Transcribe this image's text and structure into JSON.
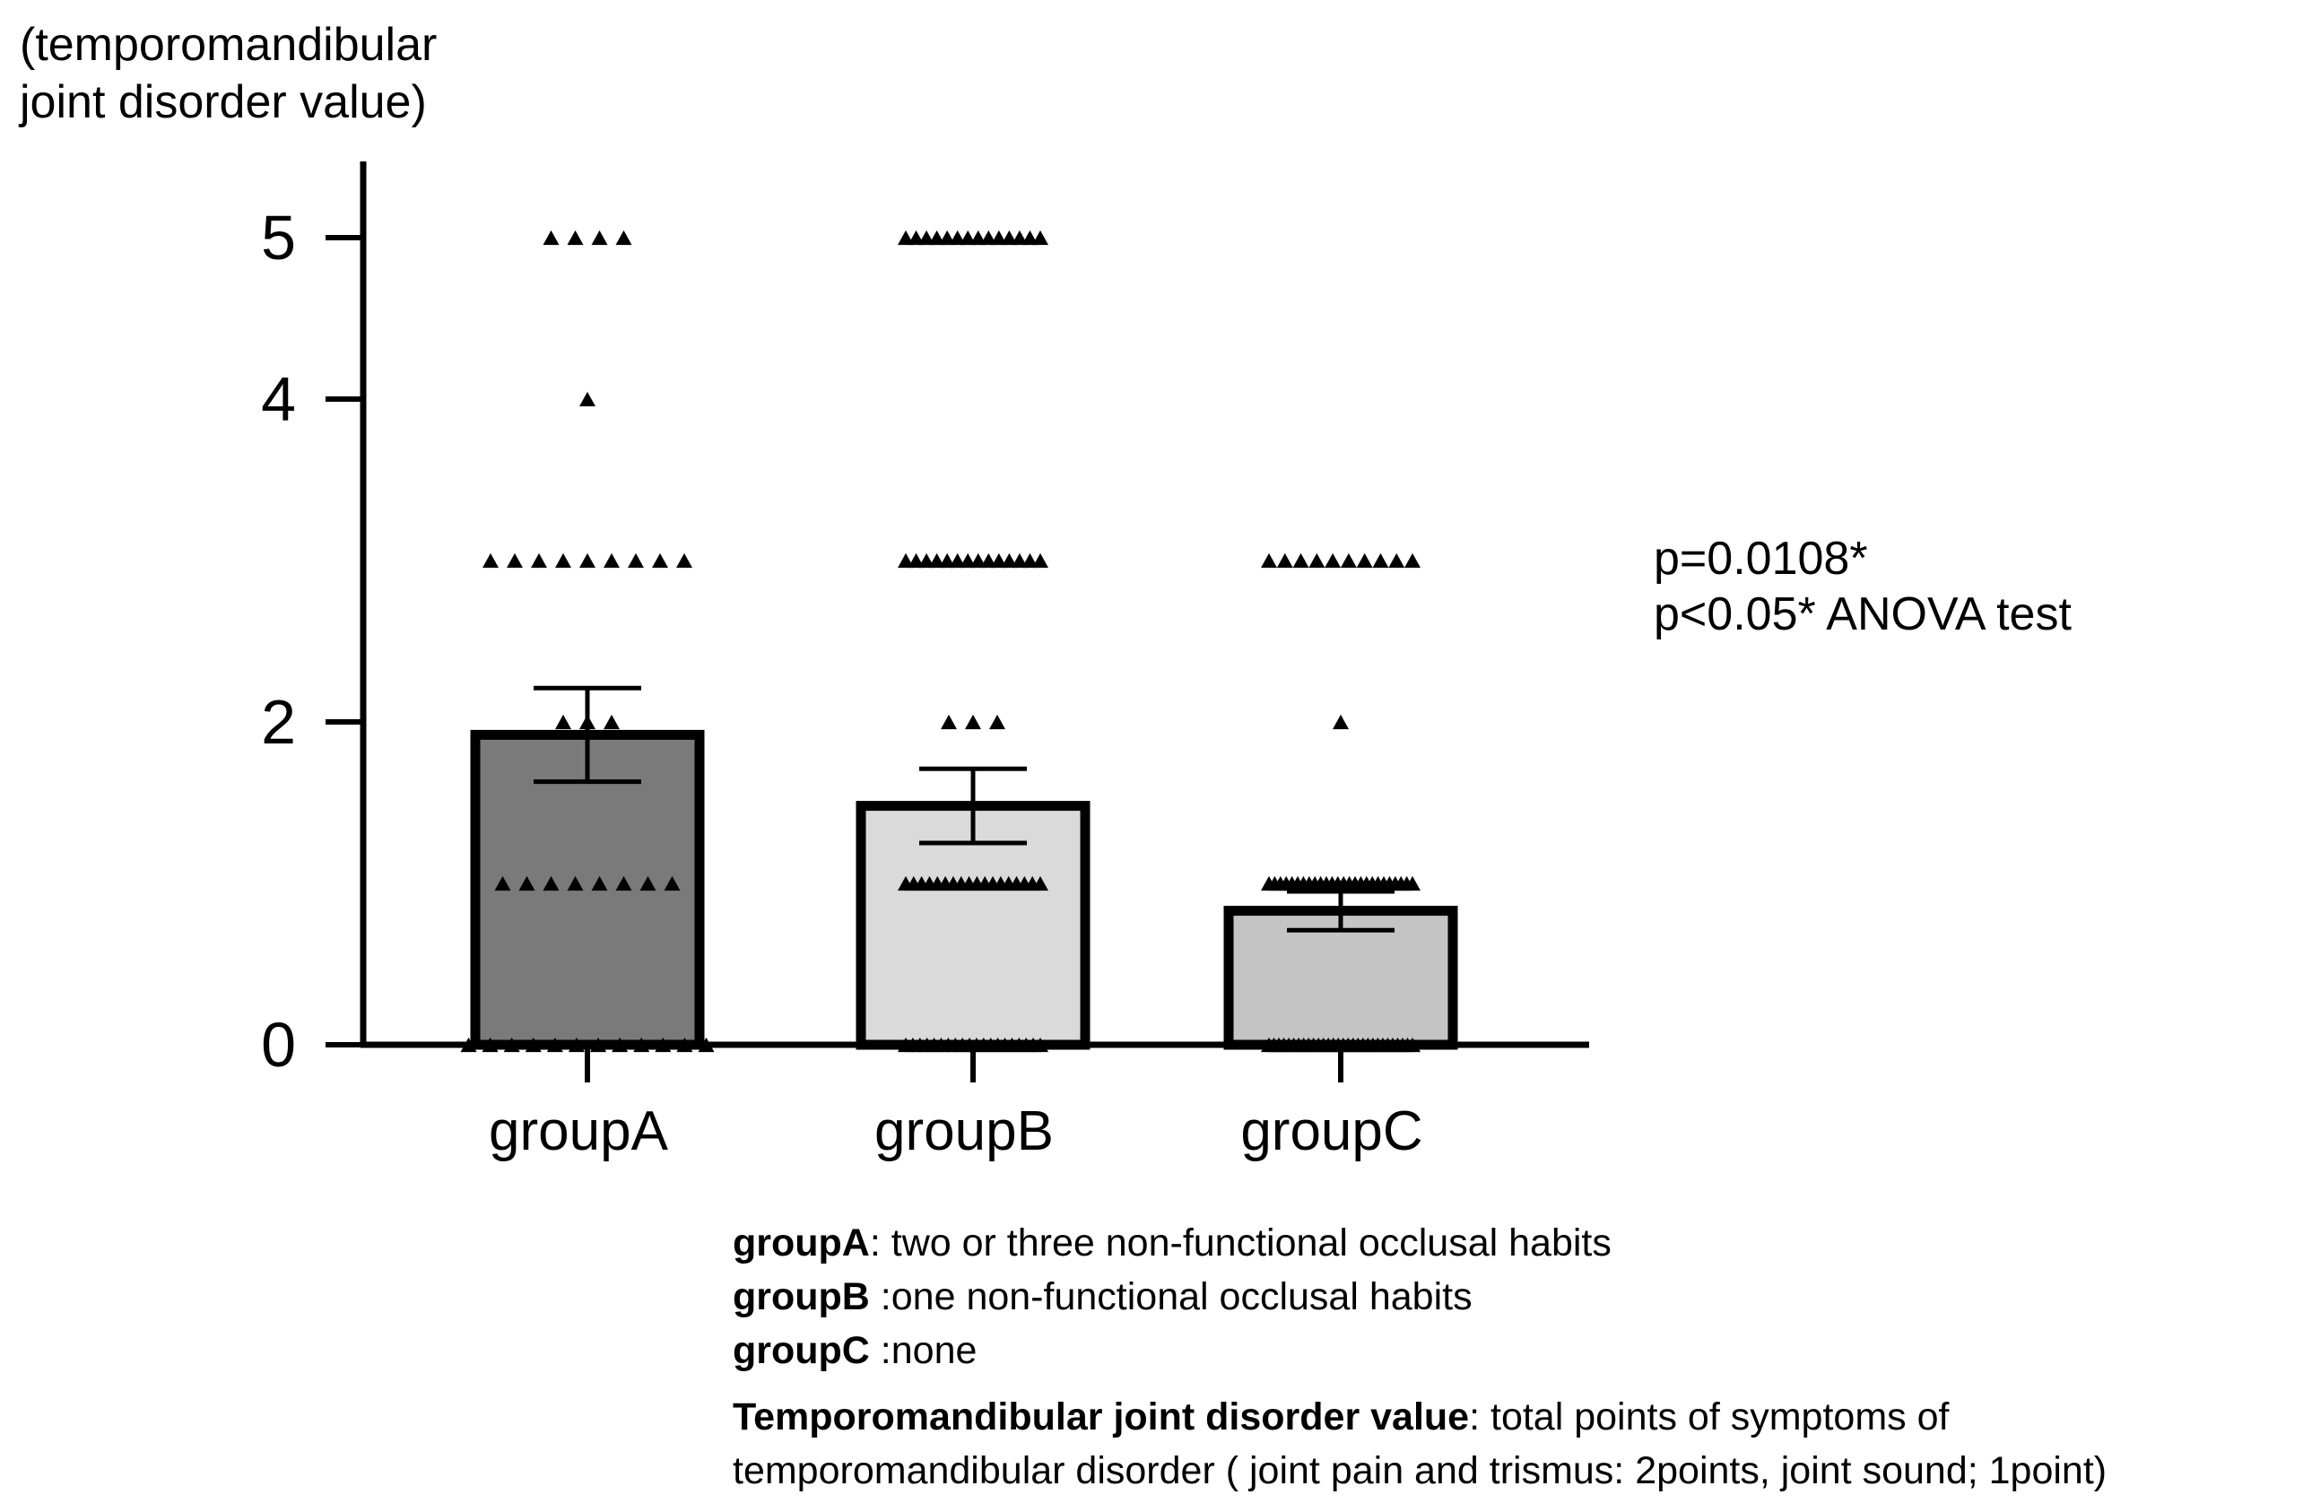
{
  "chart_data": {
    "type": "bar",
    "ylabel": "(temporomandibular\njoint disorder value)",
    "xlabel": "",
    "title": "",
    "ylim": [
      0,
      5.5
    ],
    "yticks": [
      0,
      2,
      4,
      5
    ],
    "categories": [
      "groupA",
      "groupB",
      "groupC"
    ],
    "values": [
      1.92,
      1.48,
      0.83
    ],
    "error": [
      0.29,
      0.23,
      0.12
    ],
    "fill_colors": [
      "#7a7a7a",
      "#dadada",
      "#c4c4c4"
    ],
    "points": [
      [
        {
          "y": 5,
          "n": 4
        },
        {
          "y": 4,
          "n": 1
        },
        {
          "y": 3,
          "n": 9
        },
        {
          "y": 2,
          "n": 3
        },
        {
          "y": 1,
          "n": 8
        },
        {
          "y": 0,
          "n": 12
        }
      ],
      [
        {
          "y": 5,
          "n": 14
        },
        {
          "y": 3,
          "n": 14
        },
        {
          "y": 2,
          "n": 3
        },
        {
          "y": 1,
          "n": 18
        },
        {
          "y": 0,
          "n": 20
        }
      ],
      [
        {
          "y": 3,
          "n": 10
        },
        {
          "y": 2,
          "n": 1
        },
        {
          "y": 1,
          "n": 26
        },
        {
          "y": 0,
          "n": 30
        }
      ]
    ],
    "annotations": [
      "p=0.0108*",
      "p<0.05* ANOVA test"
    ]
  },
  "notes": {
    "groupA_label": "groupA",
    "groupA_text": ": two or three non-functional occlusal habits",
    "groupB_label": "groupB",
    "groupB_text": " :one non-functional occlusal habits",
    "groupC_label": "groupC",
    "groupC_text": " :none",
    "def_label": "Temporomandibular joint disorder value",
    "def_text": ": total points of symptoms of",
    "def_text2": "temporomandibular disorder ( joint pain and trismus: 2points, joint sound; 1point)"
  }
}
